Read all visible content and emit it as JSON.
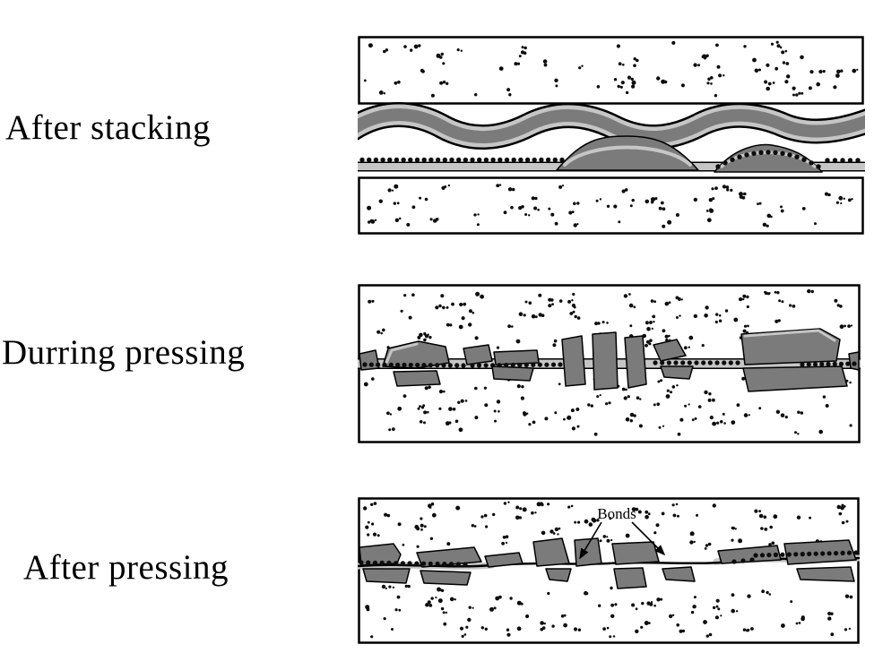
{
  "figure": {
    "stages": [
      {
        "id": "after-stacking",
        "label": "After stacking"
      },
      {
        "id": "during-pressing",
        "label": "Durring pressing"
      },
      {
        "id": "after-pressing",
        "label": "After pressing"
      }
    ],
    "annotations": {
      "bonds": "Bonds"
    },
    "colors": {
      "particle_dark": "#7b7b7b",
      "coating_light": "#c6c6c6",
      "dots": "#0d0d0d",
      "outline": "#000000",
      "background": "#ffffff"
    }
  }
}
